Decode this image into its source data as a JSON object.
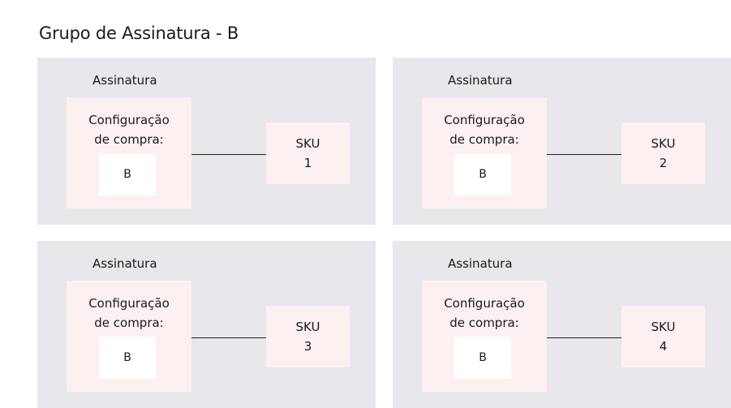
{
  "title": "Grupo de Assinatura - B",
  "colors": {
    "group_background": "#e7e7ec",
    "box_background": "#fdf0f1",
    "value_background": "#ffffff",
    "text": "#1a1a1a",
    "connector": "#222222"
  },
  "groups": [
    {
      "label": "Assinatura",
      "config_line1": "Configuração",
      "config_line2": "de compra:",
      "config_value": "B",
      "sku_label": "SKU",
      "sku_number": "1"
    },
    {
      "label": "Assinatura",
      "config_line1": "Configuração",
      "config_line2": "de compra:",
      "config_value": "B",
      "sku_label": "SKU",
      "sku_number": "2"
    },
    {
      "label": "Assinatura",
      "config_line1": "Configuração",
      "config_line2": "de compra:",
      "config_value": "B",
      "sku_label": "SKU",
      "sku_number": "3"
    },
    {
      "label": "Assinatura",
      "config_line1": "Configuração",
      "config_line2": "de compra:",
      "config_value": "B",
      "sku_label": "SKU",
      "sku_number": "4"
    }
  ]
}
